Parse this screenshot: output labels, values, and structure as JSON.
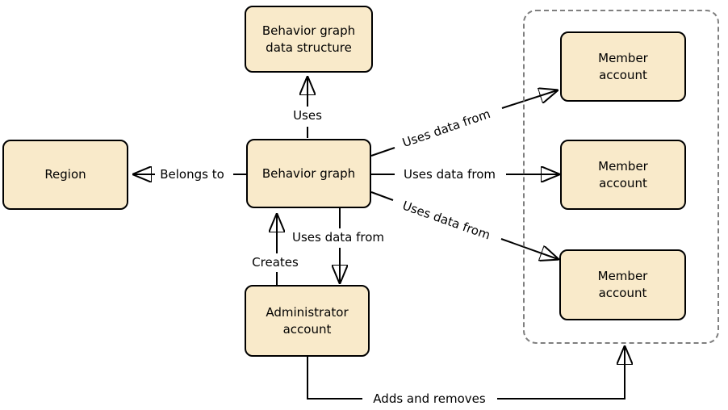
{
  "colors": {
    "background": "#ffffff",
    "node_fill": "#f9eaca",
    "node_border": "#000000",
    "container_border": "#7f7f7f",
    "arrow": "#000000",
    "text": "#000000"
  },
  "nodes": {
    "data_structure": {
      "label": "Behavior graph\ndata structure"
    },
    "region": {
      "label": "Region"
    },
    "behavior_graph": {
      "label": "Behavior graph"
    },
    "admin": {
      "label": "Administrator\naccount"
    },
    "member1": {
      "label": "Member\naccount"
    },
    "member2": {
      "label": "Member\naccount"
    },
    "member3": {
      "label": "Member\naccount"
    }
  },
  "edges": {
    "uses": {
      "label": "Uses"
    },
    "belongs_to": {
      "label": "Belongs to"
    },
    "uses_data_from_top": {
      "label": "Uses data from"
    },
    "uses_data_from_middle": {
      "label": "Uses data from"
    },
    "uses_data_from_bottom": {
      "label": "Uses data from"
    },
    "uses_data_from_admin": {
      "label": "Uses data from"
    },
    "creates": {
      "label": "Creates"
    },
    "adds_and_removes": {
      "label": "Adds and removes"
    }
  }
}
